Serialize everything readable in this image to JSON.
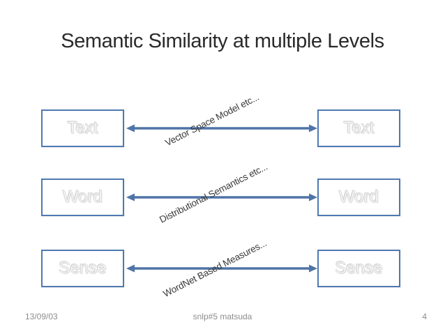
{
  "slide": {
    "title": "Semantic Similarity at multiple Levels",
    "levels": [
      {
        "left": "Text",
        "right": "Text",
        "relation": "Vector Space Model etc..."
      },
      {
        "left": "Word",
        "right": "Word",
        "relation": "Distributional Semantics etc..."
      },
      {
        "left": "Sense",
        "right": "Sense",
        "relation": "WordNet Based Measures..."
      }
    ],
    "footer": {
      "date": "13/09/03",
      "credit": "snlp#5 matsuda",
      "page_number": "4"
    }
  },
  "colors": {
    "background": "#ffffff",
    "box_border": "#4e79b2",
    "arrow": "#4f74a8",
    "title_text": "#2a2a2a",
    "relation_text": "#3a3a3a",
    "footer_text": "#8c8c8c",
    "box_text": "#fcfcfc"
  }
}
